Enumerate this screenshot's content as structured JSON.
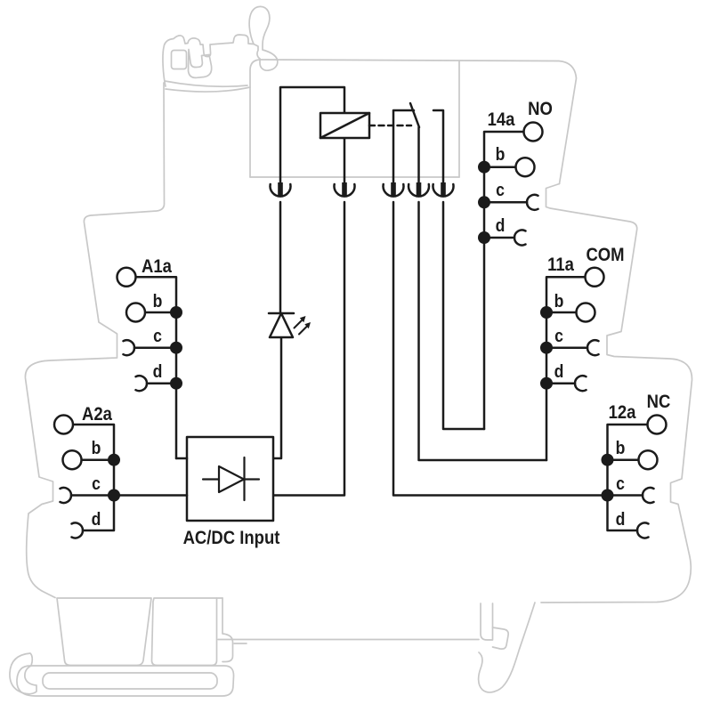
{
  "colors": {
    "circuit": "#1b1b1b",
    "housing_outline": "#c8c8c8",
    "background": "#ffffff"
  },
  "labels": {
    "input": "AC/DC Input",
    "groups": [
      {
        "name": "A1a",
        "rows": [
          "b",
          "c",
          "d"
        ]
      },
      {
        "name": "A2a",
        "rows": [
          "b",
          "c",
          "d"
        ]
      },
      {
        "name": "14a",
        "function": "NO",
        "rows": [
          "b",
          "c",
          "d"
        ]
      },
      {
        "name": "11a",
        "function": "COM",
        "rows": [
          "b",
          "c",
          "d"
        ]
      },
      {
        "name": "12a",
        "function": "NC",
        "rows": [
          "b",
          "c",
          "d"
        ]
      }
    ]
  },
  "icons": [
    "relay-coil-icon",
    "changeover-contact-icon",
    "led-icon",
    "rectifier-diode-icon",
    "plug-contact-icon",
    "terminal-clamp-icon",
    "din-rail-housing-icon",
    "mounting-clip-icon"
  ]
}
